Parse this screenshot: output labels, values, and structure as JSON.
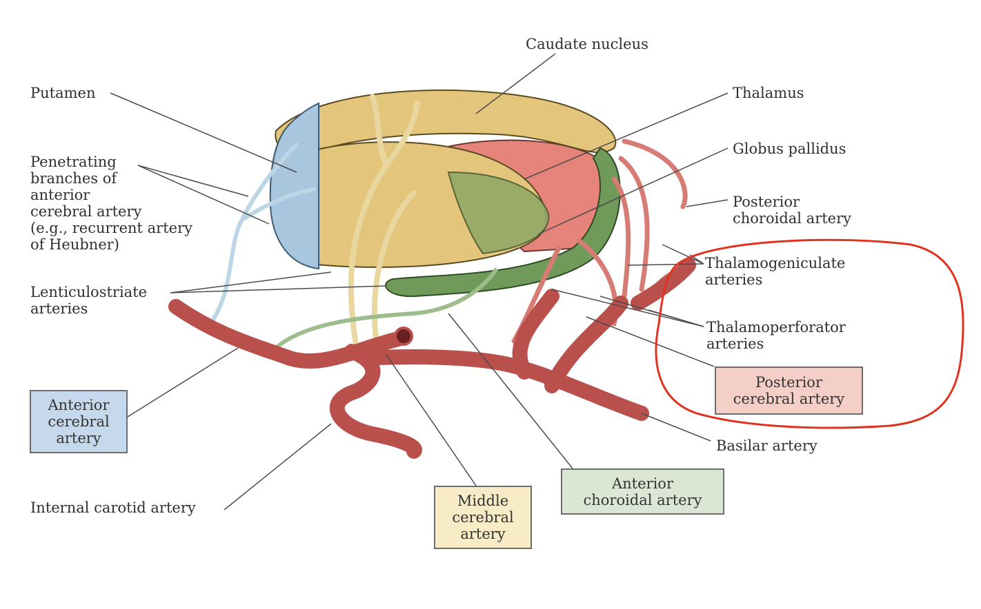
{
  "labels": {
    "caudate_nucleus": "Caudate nucleus",
    "putamen": "Putamen",
    "thalamus": "Thalamus",
    "globus_pallidus": "Globus pallidus",
    "penetrating_branches": "Penetrating\nbranches of\nanterior\ncerebral artery\n(e.g., recurrent artery\nof Heubner)",
    "posterior_choroidal": "Posterior\nchoroidal artery",
    "thalamogeniculate": "Thalamogeniculate\narteries",
    "lenticulostriate": "Lenticulostriate\narteries",
    "thalamoperforator": "Thalamoperforator\narteries",
    "basilar": "Basilar artery",
    "internal_carotid": "Internal carotid artery"
  },
  "boxes": {
    "anterior_cerebral": "Anterior\ncerebral\nartery",
    "middle_cerebral": "Middle\ncerebral\nartery",
    "anterior_choroidal": "Anterior\nchoroidal artery",
    "posterior_cerebral": "Posterior\ncerebral artery"
  },
  "colors": {
    "caudate": "#e3c67c",
    "putamen_blue": "#a9c6df",
    "thalamus_red": "#e6837a",
    "globus_green": "#93a865",
    "choroidal_green": "#6f9a5a",
    "artery_red": "#b9504c",
    "highlight": "#e0321f",
    "box_blue": "#c6d9ec",
    "box_yellow": "#f7ecc6",
    "box_green": "#dbe6d4",
    "box_pink": "#f3cfc8"
  }
}
